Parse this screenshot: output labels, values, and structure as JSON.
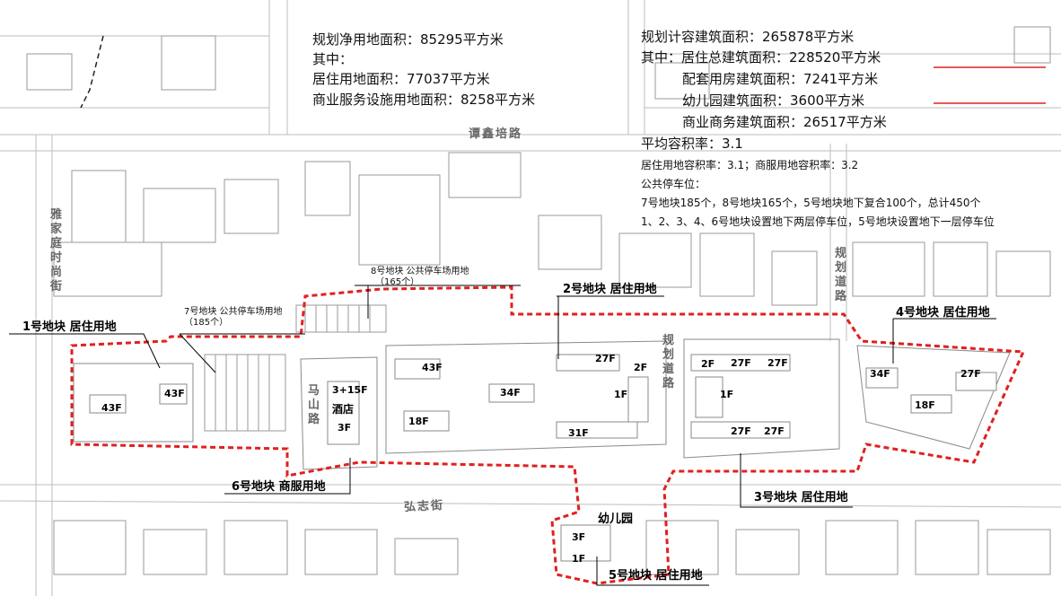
{
  "stats_left": {
    "line1": "规划净用地面积：85295平方米",
    "line2": "其中：",
    "line3": "居住用地面积：77037平方米",
    "line4": "商业服务设施用地面积：8258平方米"
  },
  "stats_right": {
    "line1": "规划计容建筑面积：265878平方米",
    "line2": "其中：居住总建筑面积：228520平方米",
    "line3": "配套用房建筑面积：7241平方米",
    "line4": "幼儿园建筑面积：3600平方米",
    "line5": "商业商务建筑面积：26517平方米",
    "line6": "平均容积率：3.1",
    "line7": "居住用地容积率：3.1；商服用地容积率：3.2",
    "line8": "公共停车位：",
    "line9": "7号地块185个，8号地块165个，5号地块地下复合100个，总计450个",
    "line10": "1、2、3、4、6号地块设置地下两层停车位，5号地块设置地下一层停车位"
  },
  "roads": {
    "tanxin": "谭鑫培路",
    "hongzhi": "弘志街",
    "mashan": "马山路",
    "guihua1": "规划道路",
    "guihua2": "规划道路",
    "yajia": "雅家庭时尚街"
  },
  "parcels": {
    "p1": "1号地块 居住用地",
    "p2": "2号地块 居住用地",
    "p3": "3号地块 居住用地",
    "p4": "4号地块 居住用地",
    "p5": "5号地块 居住用地",
    "p6": "6号地块 商服用地",
    "p7": "7号地块 公共停车场用地",
    "p7_count": "（185个）",
    "p8": "8号地块 公共停车场用地",
    "p8_count": "（165个）",
    "kindergarten": "幼儿园",
    "hotel": "酒店"
  },
  "floors": {
    "f1": "43F",
    "f2": "43F",
    "f3": "43F",
    "f4": "18F",
    "f5": "34F",
    "f6": "27F",
    "f7": "2F",
    "f8": "1F",
    "f9": "31F",
    "f10": "3+15F",
    "f11": "3F",
    "f12": "2F",
    "f13": "27F",
    "f14": "27F",
    "f15": "1F",
    "f16": "27F",
    "f17": "27F",
    "f18": "34F",
    "f19": "27F",
    "f20": "18F",
    "f21": "3F",
    "f22": "1F"
  },
  "colors": {
    "boundary": "#e02020",
    "road_line": "#b8b8b8",
    "building": "#9a9a9a"
  }
}
